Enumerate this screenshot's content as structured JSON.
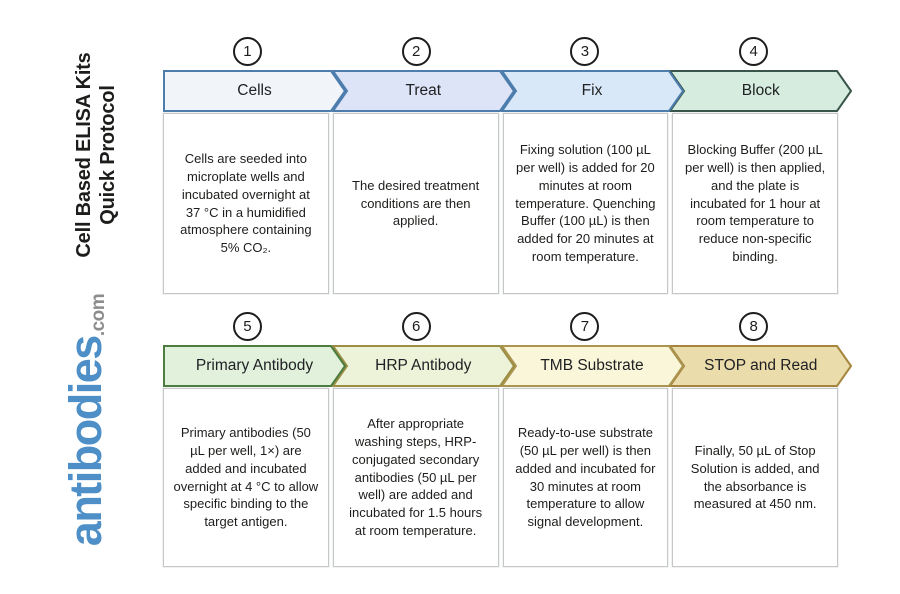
{
  "sidebar": {
    "title_line1": "Cell Based ELISA Kits",
    "title_line2": "Quick Protocol",
    "logo_text": "antibodies",
    "logo_suffix": ".com",
    "logo_color": "#4d8fc6",
    "logo_suffix_color": "#8d8d8d"
  },
  "steps": [
    {
      "number": "1",
      "label": "Cells",
      "description": "Cells are seeded into microplate wells and incubated overnight at 37 °C in a humidified atmosphere containing 5% CO₂.",
      "fill": "#f1f5fa",
      "stroke": "#4d7dad"
    },
    {
      "number": "2",
      "label": "Treat",
      "description": "The desired treatment conditions are then applied.",
      "fill": "#dde4f7",
      "stroke": "#4d7dad"
    },
    {
      "number": "3",
      "label": "Fix",
      "description": "Fixing solution (100 µL per well) is added for 20 minutes at room temperature. Quenching Buffer (100 µL) is then added for 20 minutes at room temperature.",
      "fill": "#d9e8f8",
      "stroke": "#4d7dad"
    },
    {
      "number": "4",
      "label": "Block",
      "description": "Blocking Buffer (200 µL per well) is then applied, and the plate is incubated for 1 hour at room temperature to reduce non-specific binding.",
      "fill": "#d5ecdf",
      "stroke": "#3a564a"
    },
    {
      "number": "5",
      "label": "Primary Antibody",
      "description": "Primary antibodies (50 µL per well, 1×) are added and incubated overnight at 4 °C to allow specific binding to the target antigen.",
      "fill": "#e1f1db",
      "stroke": "#4c7c3f"
    },
    {
      "number": "6",
      "label": "HRP Antibody",
      "description": "After appropriate washing steps, HRP-conjugated secondary antibodies (50 µL per well) are added and incubated for 1.5 hours at room temperature.",
      "fill": "#ecf3d9",
      "stroke": "#9c8f45"
    },
    {
      "number": "7",
      "label": "TMB Substrate",
      "description": "Ready-to-use substrate (50 µL per well) is then added and incubated for 30 minutes at room temperature to allow signal development.",
      "fill": "#faf6da",
      "stroke": "#ab9550"
    },
    {
      "number": "8",
      "label": "STOP and Read",
      "description": "Finally, 50 µL of Stop Solution is added, and the absorbance is measured at 450 nm.",
      "fill": "#ebdcab",
      "stroke": "#a5853e"
    }
  ]
}
